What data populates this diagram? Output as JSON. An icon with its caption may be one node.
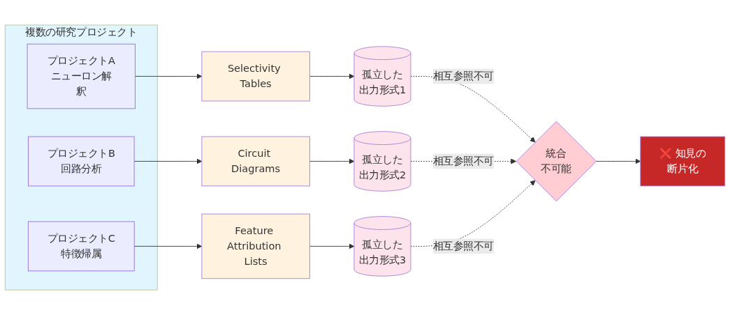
{
  "diagram": {
    "nodes": [
      {
        "text": [
          "複数の研究プロジェクト"
        ]
      },
      {
        "text": [
          "プロジェクトA",
          "ニューロン解釈"
        ],
        "in": 0
      },
      {
        "text": [
          "プロジェクトB",
          "回路分析"
        ],
        "in": 0
      },
      {
        "text": [
          "プロジェクトC",
          "特徴帰属"
        ],
        "in": 0
      },
      {
        "text": [
          "Selectivity Tables"
        ]
      },
      {
        "text": [
          "Circuit Diagrams"
        ]
      },
      {
        "text": [
          "Feature Attribution Lists"
        ]
      },
      {
        "text": [
          "孤立した",
          "出力形式1"
        ]
      },
      {
        "text": [
          "孤立した",
          "出力形式2"
        ]
      },
      {
        "text": [
          "孤立した",
          "出力形式3"
        ]
      },
      {
        "text": [
          "統合",
          "不可能"
        ]
      },
      {
        "text": [
          "❌ 知見の",
          "断片化"
        ]
      }
    ],
    "edges": [
      {
        "from": 1,
        "to": 4,
        "arrow": "to"
      },
      {
        "from": 4,
        "to": 7,
        "arrow": "to"
      },
      {
        "from": 2,
        "to": 5,
        "arrow": "to"
      },
      {
        "from": 5,
        "to": 8,
        "arrow": "to"
      },
      {
        "from": 3,
        "to": 6,
        "arrow": "to"
      },
      {
        "from": 6,
        "to": 9,
        "arrow": "to"
      },
      {
        "from": 7,
        "to": 10,
        "arrow": "to",
        "label": "相互参照不可",
        "style": "dashed"
      },
      {
        "from": 8,
        "to": 10,
        "arrow": "to",
        "label": "相互参照不可",
        "style": "dashed"
      },
      {
        "from": 9,
        "to": 10,
        "arrow": "to",
        "label": "相互参照不可",
        "style": "dashed"
      },
      {
        "from": 10,
        "to": 11,
        "arrow": "to"
      }
    ]
  }
}
